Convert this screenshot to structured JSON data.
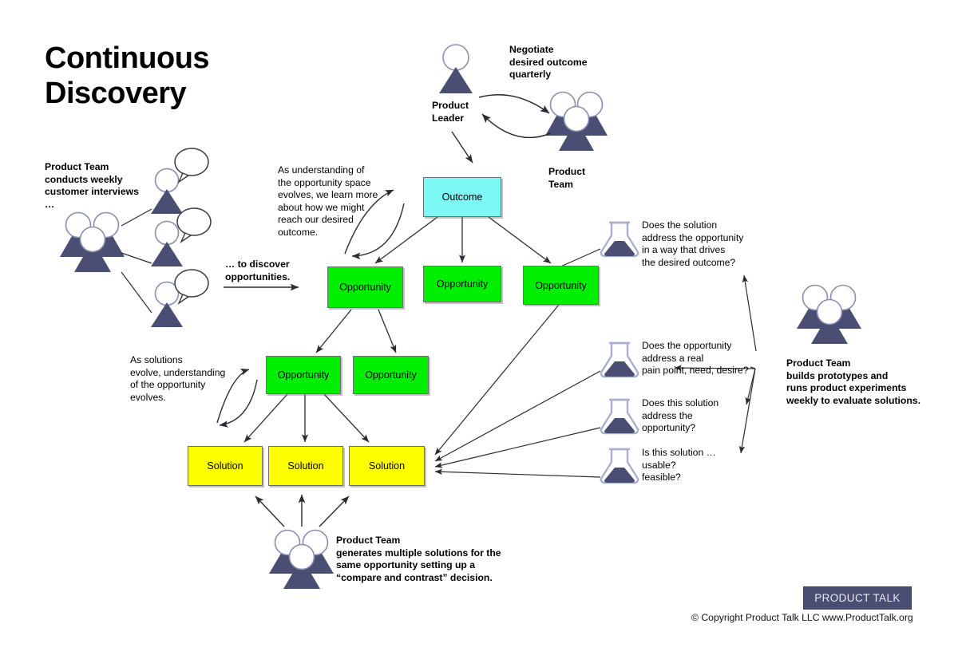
{
  "title": "Continuous\nDiscovery",
  "colors": {
    "outcome": "#7DF9F5",
    "opportunity": "#00EE00",
    "solution": "#FFFF00",
    "person": "#4A4E73",
    "brand": "#4A4E73",
    "stroke": "#3f3f46"
  },
  "nodes": {
    "outcome": {
      "label": "Outcome"
    },
    "opportunities": [
      {
        "label": "Opportunity"
      },
      {
        "label": "Opportunity"
      },
      {
        "label": "Opportunity"
      },
      {
        "label": "Opportunity"
      },
      {
        "label": "Opportunity"
      }
    ],
    "solutions": [
      {
        "label": "Solution"
      },
      {
        "label": "Solution"
      },
      {
        "label": "Solution"
      }
    ]
  },
  "actors": {
    "product_leader": "Product\nLeader",
    "product_team_top": "Product\nTeam"
  },
  "annotations": {
    "negotiate": "Negotiate\ndesired outcome\nquarterly",
    "interviews": "Product Team\nconducts weekly\ncustomer interviews\n…",
    "discover": "… to discover\nopportunities.",
    "understanding": "As understanding of\nthe opportunity space\nevolves, we learn more\nabout how we might\nreach our desired\noutcome.",
    "solutions_evolve": "As solutions\nevolve, understanding\nof the opportunity\nevolves.",
    "prototypes": "Product Team\nbuilds prototypes and\nruns product experiments\nweekly to evaluate solutions.",
    "generates": "Product Team\ngenerates multiple solutions for the\nsame opportunity setting up a\n“compare and contrast” decision."
  },
  "experiments": [
    {
      "question": "Does the solution\naddress the opportunity\nin a way that drives\nthe desired outcome?"
    },
    {
      "question": "Does the opportunity\naddress a real\npain point, need, desire?"
    },
    {
      "question": "Does this solution\naddress the\nopportunity?"
    },
    {
      "question": "Is this solution …\nusable?\nfeasible?"
    }
  ],
  "footer": {
    "badge": "PRODUCT TALK",
    "copyright": "© Copyright Product Talk LLC www.ProductTalk.org"
  }
}
